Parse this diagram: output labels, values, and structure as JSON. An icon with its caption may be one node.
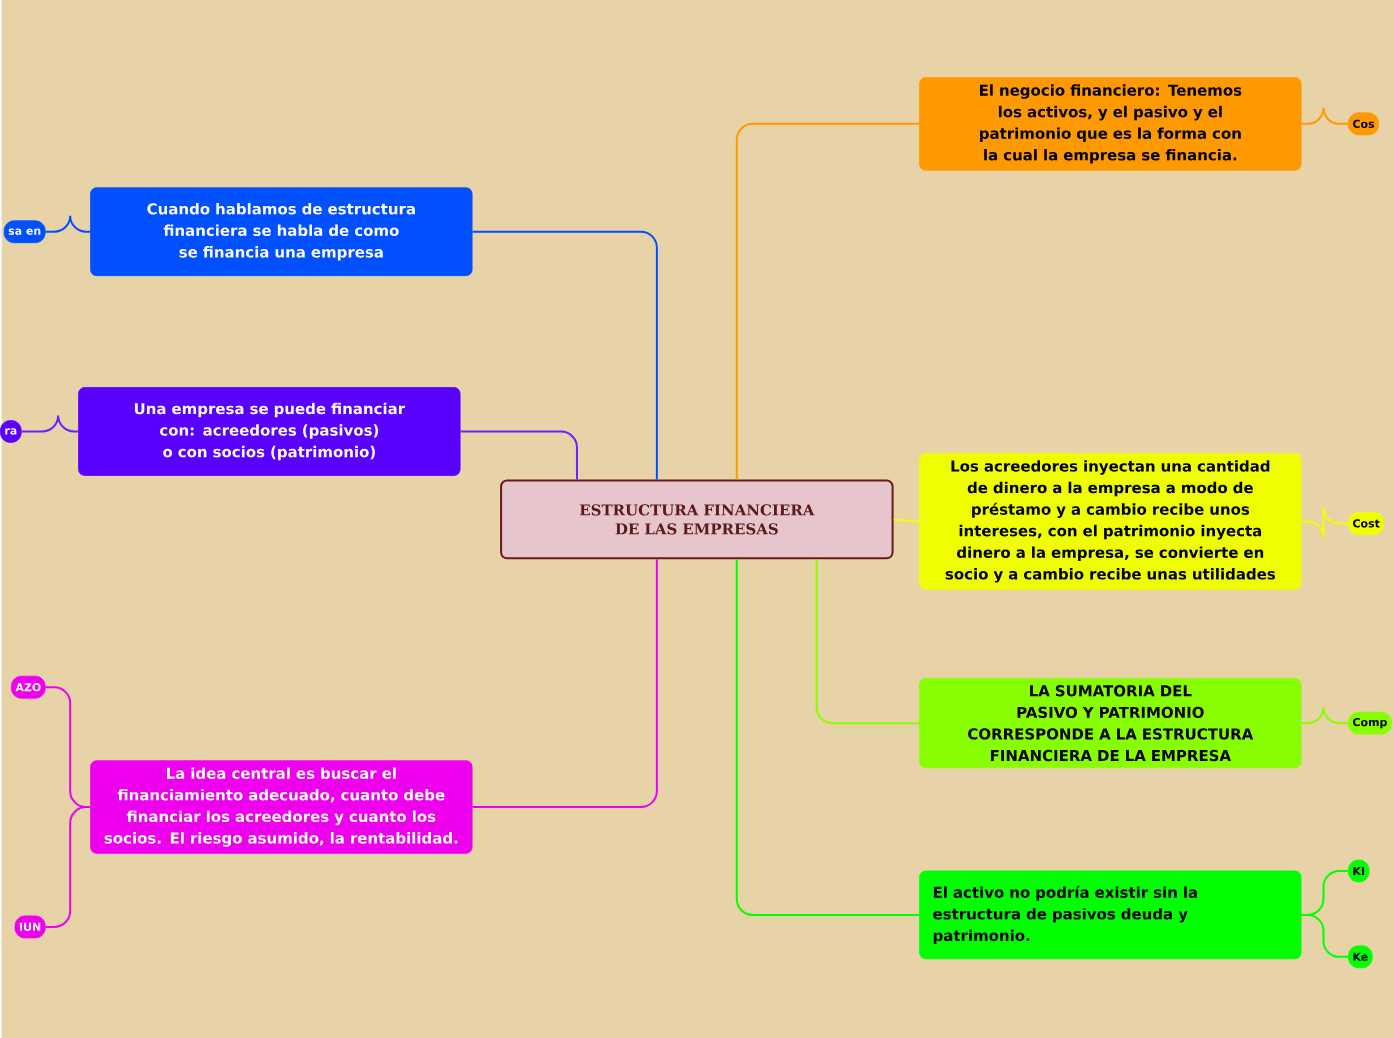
{
  "diagram": {
    "nodes": [
      {
        "text": [
          "ESTRUCTURA FINANCIERA DE LAS EMPRESAS"
        ]
      },
      {
        "text": [
          "Cuando hablamos de estructura financiera se habla de como se financia una empresa"
        ]
      },
      {
        "text": [
          "sa en"
        ]
      },
      {
        "text": [
          "Una empresa se puede financiar con: acreedores (pasivos) o con socios (patrimonio)"
        ]
      },
      {
        "text": [
          "ra"
        ]
      },
      {
        "text": [
          "La idea central es buscar el financiamiento adecuado, cuanto debe financiar los acreedores y cuanto los socios. El riesgo asumido, la rentabilidad."
        ]
      },
      {
        "text": [
          "AZO"
        ]
      },
      {
        "text": [
          "IUN"
        ]
      },
      {
        "text": [
          "El negocio financiero: Tenemos los activos, y el pasivo y el patrimonio que es la forma con la cual la empresa se financia."
        ]
      },
      {
        "text": [
          "Cos"
        ]
      },
      {
        "text": [
          "Los acreedores inyectan una cantidad de dinero a la empresa a modo de préstamo y a cambio recibe unos intereses, con el patrimonio inyecta dinero a la empresa, se convierte en socio y a cambio recibe unas utilidades"
        ]
      },
      {
        "text": [
          "Cost"
        ]
      },
      {
        "text": [
          "LA SUMATORIA DEL PASIVO Y PATRIMONIO CORRESPONDE A LA ESTRUCTURA FINANCIERA DE LA EMPRESA"
        ]
      },
      {
        "text": [
          "Comp"
        ]
      },
      {
        "text": [
          "El activo no podría existir sin la estructura de pasivos deuda y patrimonio."
        ]
      },
      {
        "text": [
          "KI"
        ]
      },
      {
        "text": [
          "Ke"
        ]
      }
    ],
    "edges": [
      {
        "from": 0,
        "to": 1,
        "arrow": "none",
        "color": "#0050ff"
      },
      {
        "from": 1,
        "to": 2,
        "arrow": "none",
        "color": "#0050ff"
      },
      {
        "from": 0,
        "to": 3,
        "arrow": "none",
        "color": "#6a20ff"
      },
      {
        "from": 3,
        "to": 4,
        "arrow": "none",
        "color": "#6a20ff"
      },
      {
        "from": 0,
        "to": 5,
        "arrow": "none",
        "color": "#ee00ee"
      },
      {
        "from": 5,
        "to": 6,
        "arrow": "none",
        "color": "#ee00ee"
      },
      {
        "from": 5,
        "to": 7,
        "arrow": "none",
        "color": "#ee00ee"
      },
      {
        "from": 0,
        "to": 8,
        "arrow": "none",
        "color": "#ff9900"
      },
      {
        "from": 8,
        "to": 9,
        "arrow": "none",
        "color": "#ff9900"
      },
      {
        "from": 0,
        "to": 10,
        "arrow": "none",
        "color": "#f0ff00"
      },
      {
        "from": 10,
        "to": 11,
        "arrow": "none",
        "color": "#f0ff00"
      },
      {
        "from": 0,
        "to": 12,
        "arrow": "none",
        "color": "#88ff00"
      },
      {
        "from": 12,
        "to": 13,
        "arrow": "none",
        "color": "#88ff00"
      },
      {
        "from": 0,
        "to": 14,
        "arrow": "none",
        "color": "#00ff00"
      },
      {
        "from": 14,
        "to": 15,
        "arrow": "none",
        "color": "#00ff00"
      },
      {
        "from": 14,
        "to": 16,
        "arrow": "none",
        "color": "#00ff00"
      }
    ]
  }
}
